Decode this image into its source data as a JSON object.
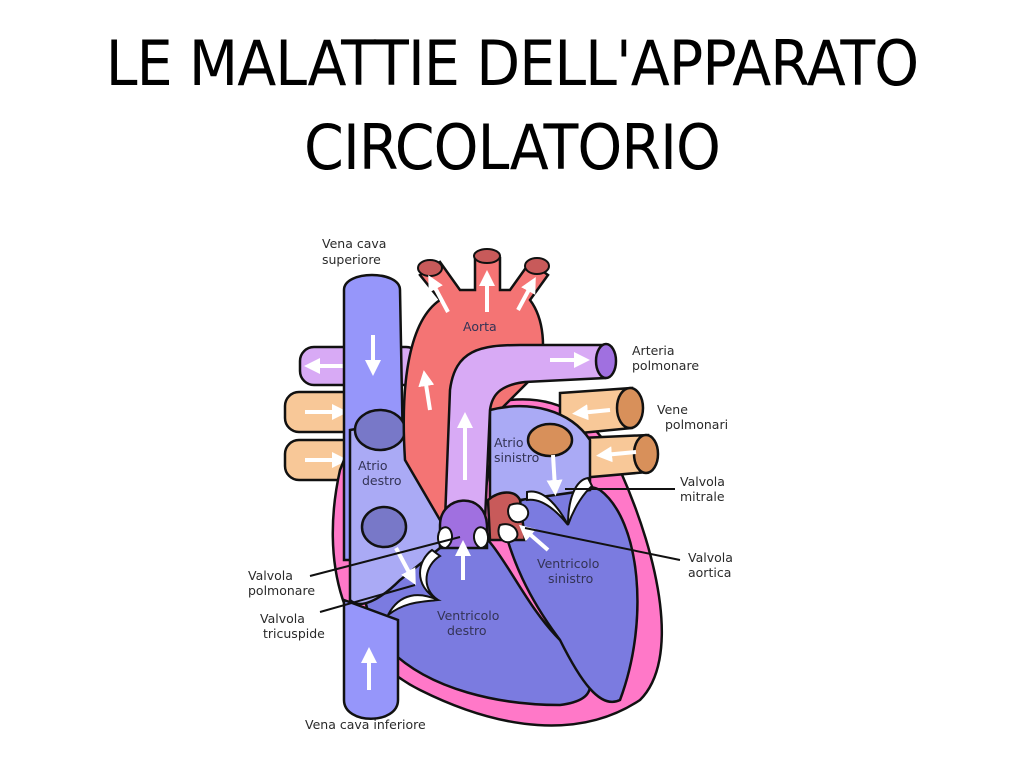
{
  "slide": {
    "title_line1": "LE MALATTIE DELL'APPARATO",
    "title_line2": "CIRCOLATORIO"
  },
  "diagram": {
    "labels": {
      "vena_cava_superiore_1": "Vena cava",
      "vena_cava_superiore_2": "superiore",
      "aorta": "Aorta",
      "arteria_polmonare_1": "Arteria",
      "arteria_polmonare_2": "polmonare",
      "vene_polmonari_1": "Vene",
      "vene_polmonari_2": "polmonari",
      "atrio_sinistro_1": "Atrio",
      "atrio_sinistro_2": "sinistro",
      "atrio_destro_1": "Atrio",
      "atrio_destro_2": "destro",
      "valvola_mitrale_1": "Valvola",
      "valvola_mitrale_2": "mitrale",
      "valvola_aortica_1": "Valvola",
      "valvola_aortica_2": "aortica",
      "ventricolo_sinistro_1": "Ventricolo",
      "ventricolo_sinistro_2": "sinistro",
      "valvola_polmonare_1": "Valvola",
      "valvola_polmonare_2": "polmonare",
      "valvola_tricuspide_1": "Valvola",
      "valvola_tricuspide_2": "tricuspide",
      "ventricolo_destro_1": "Ventricolo",
      "ventricolo_destro_2": "destro",
      "vena_cava_inferiore": "Vena cava inferiore"
    },
    "colors": {
      "aorta": "#f47474",
      "aorta_dark": "#c85a5a",
      "vena_cava": "#9696fa",
      "atrium_right": "#aaaaf5",
      "ventricle": "#7b7be0",
      "pulmonary_artery": "#d8aaf5",
      "pulmonary_artery_end": "#a070e0",
      "pulmonary_veins": "#f8c898",
      "pulmonary_veins_end": "#d8905a",
      "myocardium": "#ff78c8",
      "outline": "#111111"
    }
  }
}
